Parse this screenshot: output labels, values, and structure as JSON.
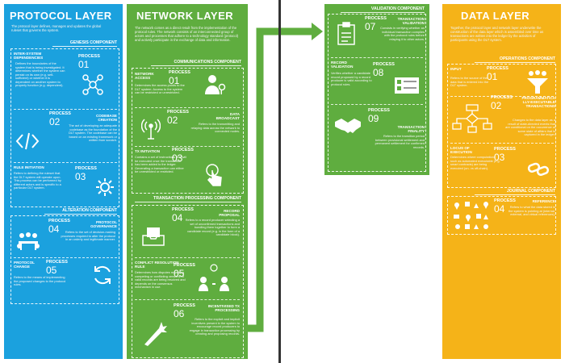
{
  "colors": {
    "protocol": "#1ba1de",
    "network": "#5fad3f",
    "data": "#f5b318",
    "divider": "#333333"
  },
  "protocol": {
    "title": "PROTOCOL LAYER",
    "intro": "The protocol layer defines, manages and updates the global ruleset that governs the system.",
    "genesis": {
      "heading": "GENESIS COMPONENT",
      "p1": {
        "label": "PROCESS",
        "num": "01",
        "title": "INTER-SYSTEM DEPENDENCIES",
        "desc": "Defines the boundaries of the system that is being investigated. It determines whether the system can persist on its own (e.g. self-sufficient) or whether it is dependent on another system to properly function (e.g. dependent)."
      },
      "p2": {
        "label": "PROCESS",
        "num": "02",
        "title": "CODEBASE CREATION",
        "desc": "The act of developing an adequate codebase as the foundation of the DLT system. The codebase can be based on an existing framework or written from scratch."
      },
      "p3": {
        "label": "PROCESS",
        "num": "03",
        "title": "RULE INITIATION",
        "desc": "Refers to defining the ruleset that the DLT system will operate upon. This process can be performed by different actors and is specific to a particular DLT system."
      }
    },
    "alteration": {
      "heading": "ALTERATION COMPONENT",
      "p4": {
        "label": "PROCESS",
        "num": "04",
        "title": "PROTOCOL GOVERNANCE",
        "desc": "Refers to the set of decision-making processes required to alter the protocol in an orderly and legitimate manner."
      },
      "p5": {
        "label": "PROCESS",
        "num": "05",
        "title": "PROTOCOL CHANGE",
        "desc": "Refers to the means of implementing the proposed changes to the protocol rules."
      }
    }
  },
  "network": {
    "title": "NETWORK LAYER",
    "intro": "The network comes as a direct result from the implementation of the protocol rules. The network consists of an interconnected group of actors and processes that adhere to a technology standard (protocol) and actively participate in the exchange of data and information.",
    "communications": {
      "heading": "COMMUNICATIONS COMPONENT",
      "p1": {
        "label": "PROCESS",
        "num": "01",
        "title": "NETWORK ACCESS",
        "desc": "Determines the access points to the DLT system. Access to the system can be restricted or unrestricted."
      },
      "p2": {
        "label": "PROCESS",
        "num": "02",
        "title": "DATA BROADCAST",
        "desc": "Refers to the transmitting and relaying data across the network to connected nodes."
      },
      "p3": {
        "label": "PROCESS",
        "num": "03",
        "title": "TX INITIATION",
        "desc": "Contains a set of instructions that will be executed once the transaction has been added to the ledger. Generating a transaction can either be unrestricted or restricted."
      }
    },
    "processing": {
      "heading": "TRANSACTION PROCESSING COMPONENT",
      "p4": {
        "label": "PROCESS",
        "num": "04",
        "title": "RECORD PROPOSAL",
        "desc": "Refers to a record producer selecting a set of unconfirmed transactions and bundling them together to form a candidate record (e.g. in the form of a candidate block)."
      },
      "p5": {
        "label": "PROCESS",
        "num": "05",
        "title": "CONFLICT RESOLUTION RULE",
        "desc": "Determines how disputes regarding competing or conflicting versions of valid records are being resolved and depends on the consensus mechanism in use."
      },
      "p6": {
        "label": "PROCESS",
        "num": "06",
        "title": "INCENTIVISED TX PROCESSING",
        "desc": "Refers to the explicit and implicit incentives present in the system to encourage record producers to engage in transaction processing by creating and proposing records."
      }
    }
  },
  "validation": {
    "heading": "VALIDATION COMPONENT",
    "p7": {
      "label": "PROCESS",
      "num": "07",
      "title": "TRANSACTION VALIDATION",
      "desc": "Consists in verifying whether an individual transaction complies with the protocol rules before relaying it to other actors."
    },
    "p8": {
      "label": "PROCESS",
      "num": "08",
      "title": "RECORD VALIDATION",
      "desc": "Verifies whether a candidate record proposed by a record producer is valid according to protocol rules."
    },
    "p9": {
      "label": "PROCESS",
      "num": "09",
      "title": "TRANSACTION FINALITY",
      "desc": "Refers to the transition period between provisional settlement and permanent settlement for confirmed records."
    }
  },
  "data": {
    "title": "DATA LAYER",
    "intro": "Together, the protocol layer and network layer underwrite the construction of the data layer which is assembled over time as transactions are written into the ledger by the activities of participants using the DLT system.",
    "operations": {
      "heading": "OPERATIONS COMPONENT",
      "p1": {
        "label": "PROCESS",
        "num": "01",
        "title": "INPUT",
        "desc": "Refers to the source of the data that is entered into the DLT system."
      },
      "p2": {
        "label": "PROCESS",
        "num": "02",
        "title": "PROGRAMMATICALLY-EXECUTABLE TRANSACTIONS",
        "desc": "Changes to the data layer as a result of state-directed events that are conditional on the occurrence of some state of affairs that is captured in the ledger."
      },
      "p3": {
        "label": "PROCESS",
        "num": "03",
        "title": "LOCUS OF EXECUTION",
        "desc": "Determines where computations such as automated executable (e.g. smart contracts) are being executed (on- vs off-chain)."
      }
    },
    "journal": {
      "heading": "JOURNAL COMPONENT",
      "p4": {
        "label": "PROCESS",
        "num": "04",
        "title": "REFERENCE",
        "desc": "Refers to what the data stored in the system is pointing at (internal, external, and virtual references)."
      }
    }
  }
}
